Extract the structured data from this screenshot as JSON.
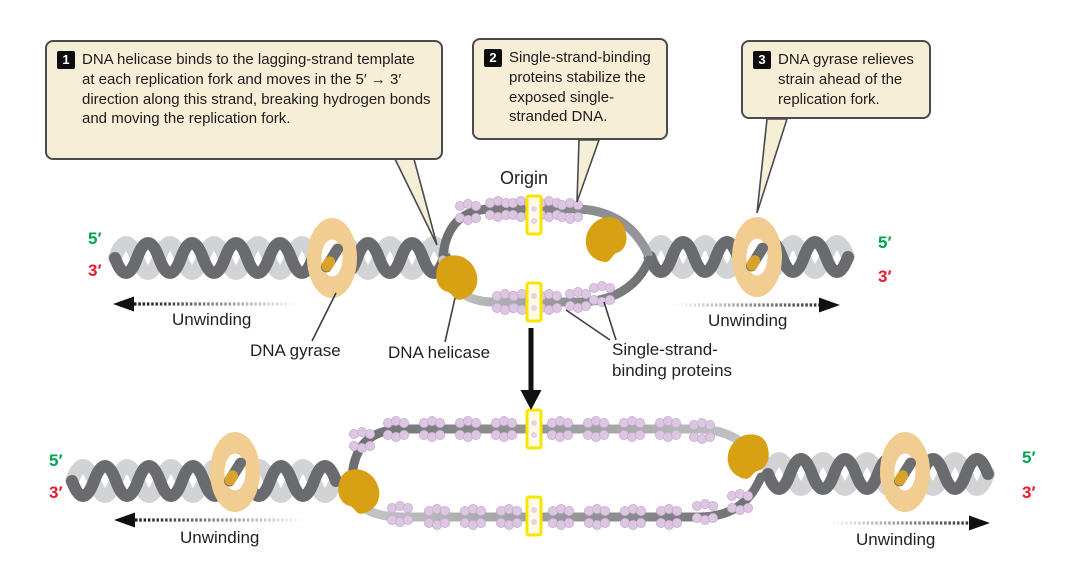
{
  "figure": {
    "title_hint": "DNA replication initiation diagram",
    "callouts": [
      {
        "number": "1",
        "text": "DNA helicase binds to the lagging-strand template at each replication fork and moves in the 5′ → 3′ direction along this strand, breaking hydrogen bonds and moving the replication fork."
      },
      {
        "number": "2",
        "text": "Single-strand-binding proteins stabilize the exposed single-stranded DNA."
      },
      {
        "number": "3",
        "text": "DNA gyrase relieves strain ahead of the replication fork."
      }
    ],
    "labels": {
      "origin": "Origin",
      "dna_gyrase": "DNA gyrase",
      "dna_helicase": "DNA helicase",
      "ssb_line1": "Single-strand-",
      "ssb_line2": "binding proteins",
      "unwinding": "Unwinding",
      "five_prime": "5′",
      "three_prime": "3′"
    },
    "colors": {
      "callout_fill": "#f7eed7",
      "callout_border": "#4a4b4d",
      "strand_dark": "#6a6b6e",
      "strand_light": "#d2d3d5",
      "helicase_gold": "#d8a013",
      "gyrase_tan": "#f1cd92",
      "ssb_lavender": "#dcc6e2",
      "origin_marker_yellow": "#f7e400",
      "five_prime_green": "#00a550",
      "three_prime_red": "#e8192c"
    }
  }
}
